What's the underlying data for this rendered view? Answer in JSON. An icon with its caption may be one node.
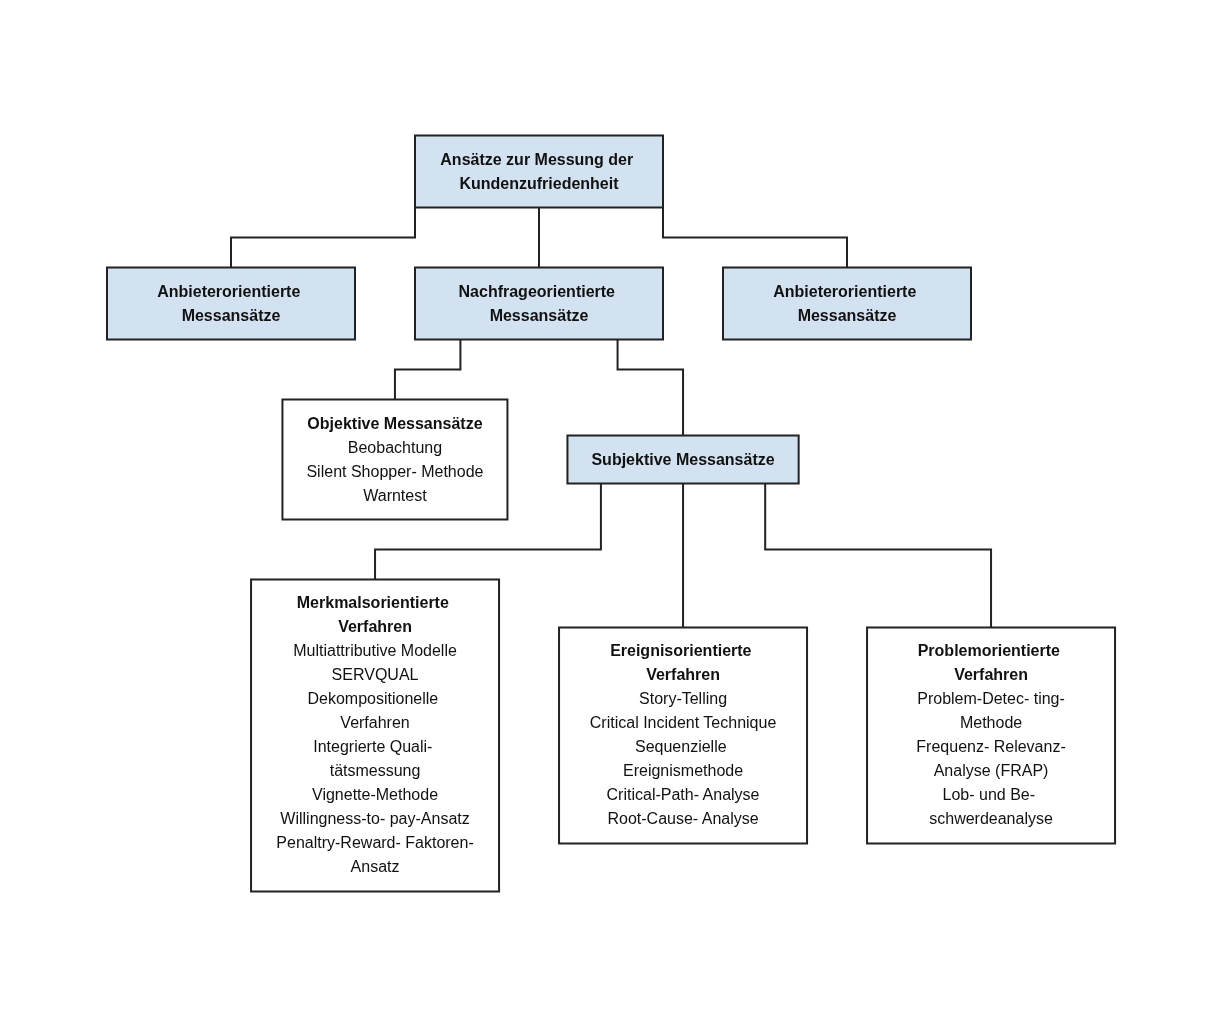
{
  "diagram": {
    "nodes": [
      {
        "text": [
          "Ansätze zur Messung der Kundenzufriedenheit"
        ]
      },
      {
        "text": [
          "Anbieterorientierte Messansätze"
        ]
      },
      {
        "text": [
          "Nachfrageorientierte Messansätze"
        ]
      },
      {
        "text": [
          "Anbieterorientierte Messansätze"
        ]
      },
      {
        "text": [
          "Objektive Messansätze",
          "Beobachtung",
          "Silent Shopper- Methode",
          "Warntest"
        ]
      },
      {
        "text": [
          "Subjektive Messansätze"
        ]
      },
      {
        "text": [
          "Merkmalsorientierte Verfahren",
          "Multiattributive Modelle",
          "SERVQUAL",
          "Dekompositionelle Verfahren",
          "Integrierte Quali- tätsmessung",
          "Vignette-Methode",
          "Willingness-to- pay-Ansatz",
          "Penaltry-Reward- Faktoren-Ansatz"
        ]
      },
      {
        "text": [
          "Ereignisorientierte Verfahren",
          "Story-Telling",
          "Critical Incident Technique",
          "Sequenzielle Ereignismethode",
          "Critical-Path- Analyse",
          "Root-Cause- Analyse"
        ]
      },
      {
        "text": [
          "Problemorientierte Verfahren",
          "Problem-Detec- ting-Methode",
          "Frequenz- Relevanz-Analyse (FRAP)",
          "Lob- und Be- schwerdeanalyse"
        ]
      }
    ],
    "edges": [
      {
        "from": 0,
        "to": 1,
        "arrow": "none"
      },
      {
        "from": 0,
        "to": 2,
        "arrow": "none"
      },
      {
        "from": 0,
        "to": 3,
        "arrow": "none"
      },
      {
        "from": 2,
        "to": 4,
        "arrow": "none"
      },
      {
        "from": 2,
        "to": 5,
        "arrow": "none"
      },
      {
        "from": 5,
        "to": 6,
        "arrow": "none"
      },
      {
        "from": 5,
        "to": 7,
        "arrow": "none"
      },
      {
        "from": 5,
        "to": 8,
        "arrow": "none"
      }
    ]
  }
}
